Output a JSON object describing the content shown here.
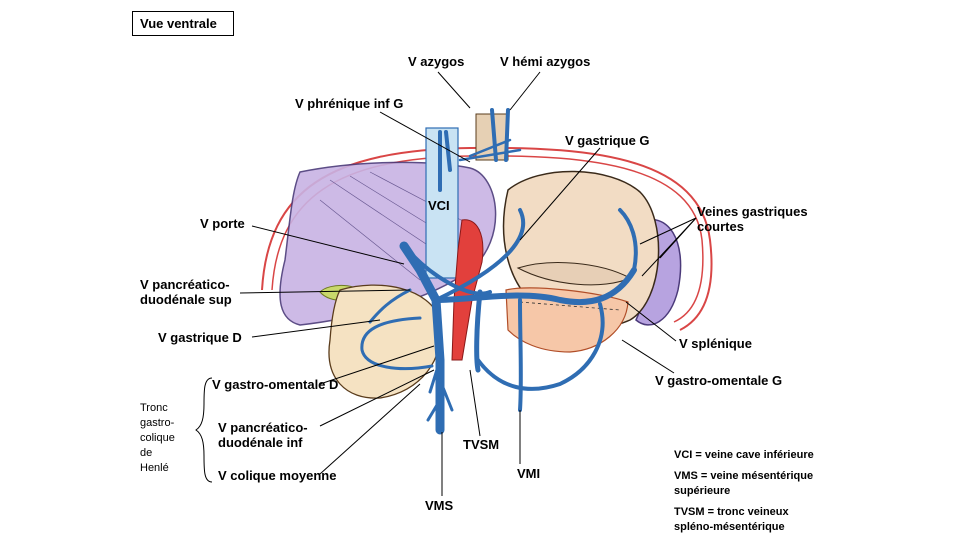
{
  "title": "Vue ventrale",
  "labels": {
    "azygos": "V azygos",
    "hemi_azygos": "V hémi azygos",
    "phrenique": "V phrénique inf G",
    "gastrique_g": "V gastrique G",
    "vci": "VCI",
    "porte": "V porte",
    "gastriques_courtes": "Veines gastriques\ncourtes",
    "pancreatico_sup": "V pancréatico-\nduodénale sup",
    "gastrique_d": "V gastrique D",
    "splenique": "V splénique",
    "gastro_omentale_g": "V gastro-omentale G",
    "gastro_omentale_d": "V gastro-omentale D",
    "pancreatico_inf": "V pancréatico-\nduodénale inf",
    "colique_moyenne": "V colique moyenne",
    "tvsm": "TVSM",
    "vmi": "VMI",
    "vms": "VMS"
  },
  "henle": "Tronc\ngastro-\ncolique\nde\nHenlé",
  "legend": [
    "VCI = veine cave inférieure",
    "VMS = veine mésentérique\nsupérieure",
    "TVSM = tronc veineux\nspléno-mésentérique"
  ],
  "colors": {
    "vein": "#2f6db3",
    "vci": "#c9e3f3",
    "aorta": "#e2403c",
    "diaphragm": "#d94646",
    "liver": "#c8b3e4",
    "stomach": "#f2dcc4",
    "spleen": "#b7a3e0",
    "pancreas": "#f6c7a8",
    "duodenum": "#f5e2c2"
  }
}
